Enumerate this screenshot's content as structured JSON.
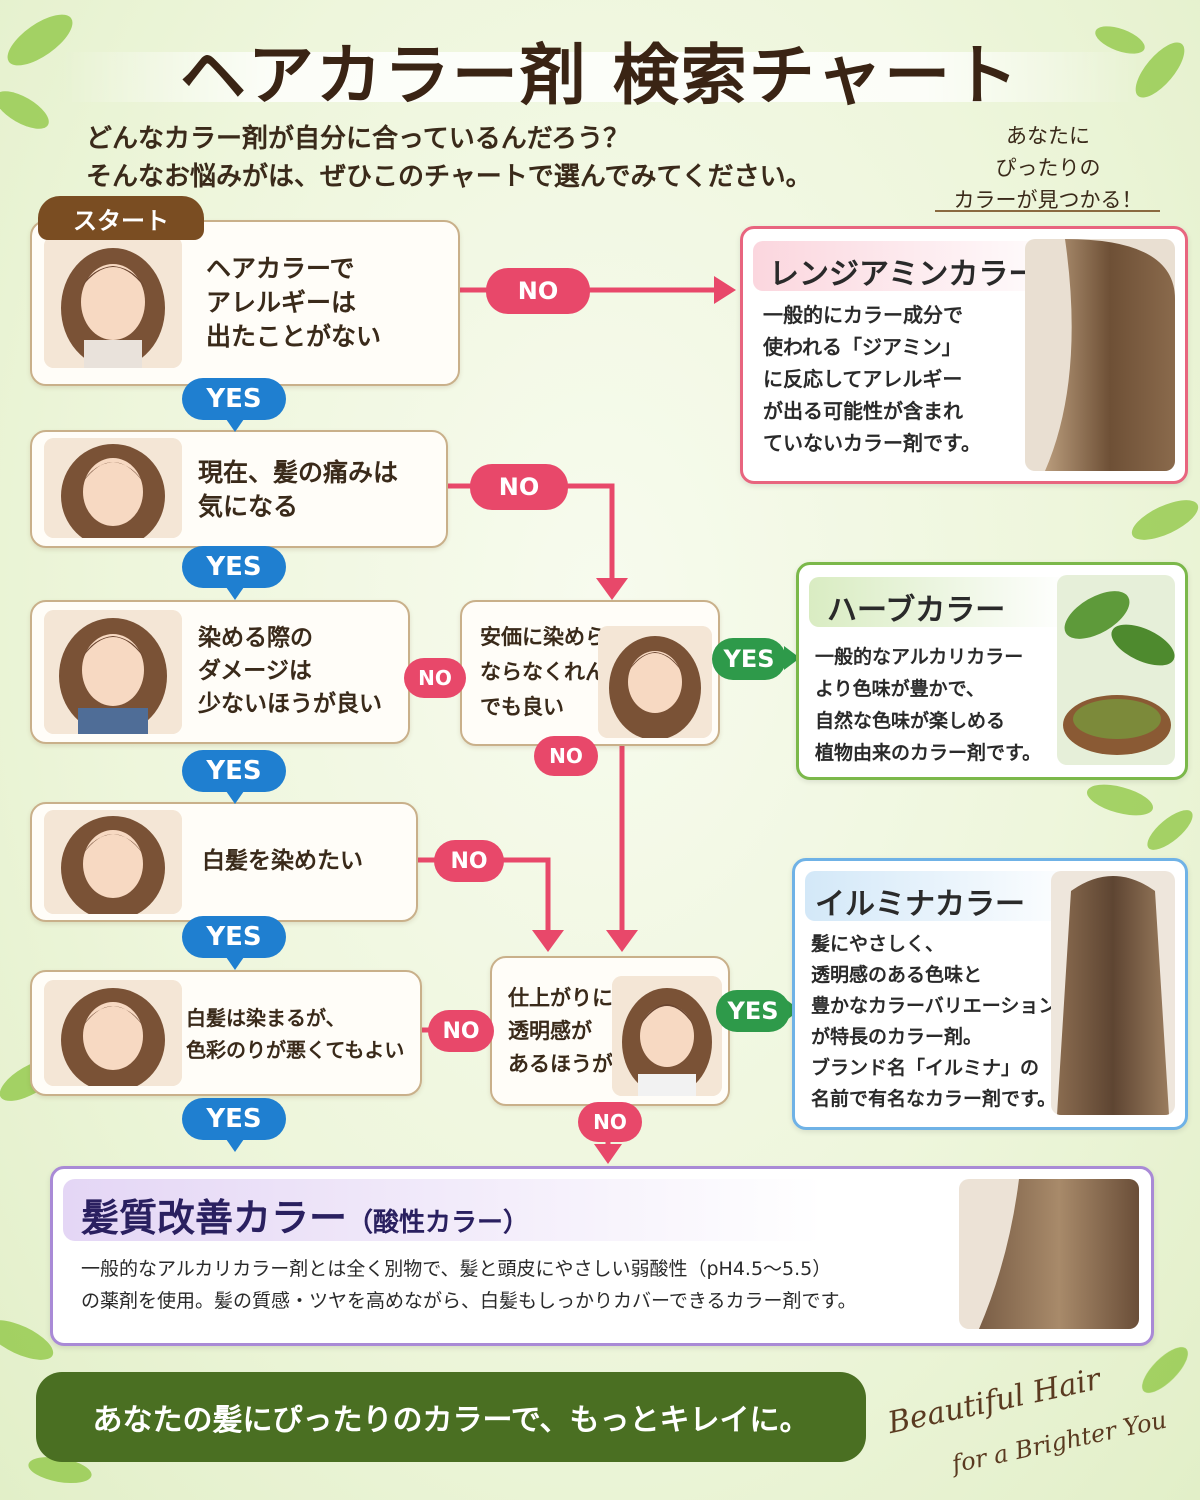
{
  "title": "ヘアカラー剤 検索チャート",
  "intro": {
    "line1": "どんなカラー剤が自分に合っているんだろう？",
    "line2": "そんなお悩みがは、ぜひこのチャートで選んでみてください。"
  },
  "tagline": {
    "line1": "あなたに",
    "line2": "ぴったりの",
    "line3": "カラーが見つかる！"
  },
  "start_label": "スタート",
  "questions": [
    {
      "text": "ヘアカラーで\nアレルギーは\n出たことがない"
    },
    {
      "text": "現在、髪の痛みは\n気になる"
    },
    {
      "text": "染める際の\nダメージは\n少ないほうが良い"
    },
    {
      "text": "白髪を染めたい"
    },
    {
      "text": "白髪は染まるが、\n色彩のりが悪くてもよい"
    },
    {
      "text": "安価に染めらら\nならなくれん\nでも良い"
    },
    {
      "text": "仕上がりに\n透明感が\nあるほうが"
    }
  ],
  "labels": {
    "yes": "YES",
    "no": "NO"
  },
  "results": {
    "renjiamine": {
      "title": "レンジアミンカラー",
      "text": "一般的にカラー成分で\n使われる「ジアミン」\nに反応してアレルギー\nが出る可能性が含まれ\nていないカラー剤です。",
      "accent": "#e8657f"
    },
    "herb": {
      "title": "ハーブカラー",
      "text": "一般的なアルカリカラー\nより色味が豊かで、\n自然な色味が楽しめる\n植物由来のカラー剤です。",
      "accent": "#7bb84a"
    },
    "illumina": {
      "title": "イルミナカラー",
      "text": "髪にやさしく、\n透明感のある色味と\n豊かなカラーバリエーション\nが特長のカラー剤。\nブランド名「イルミナ」の\n名前で有名なカラー剤です。",
      "accent": "#6fb2e6"
    },
    "acid": {
      "title": "髪質改善カラー",
      "subtitle": "（酸性カラー）",
      "text": "一般的なアルカリカラー剤とは全く別物で、髪と頭皮にやさしい弱酸性（pH4.5〜5.5）\nの薬剤を使用。髪の質感・ツヤを高めながら、白髪もしっかりカバーできるカラー剤です。",
      "accent": "#a98ad6"
    }
  },
  "footer": "あなたの髪にぴったりのカラーで、もっとキレイに。",
  "script": {
    "line1": "Beautiful Hair",
    "line2": "for a Brighter You"
  },
  "icons": [
    "leaf-icon",
    "woman-portrait",
    "hair-photo",
    "herb-photo"
  ]
}
